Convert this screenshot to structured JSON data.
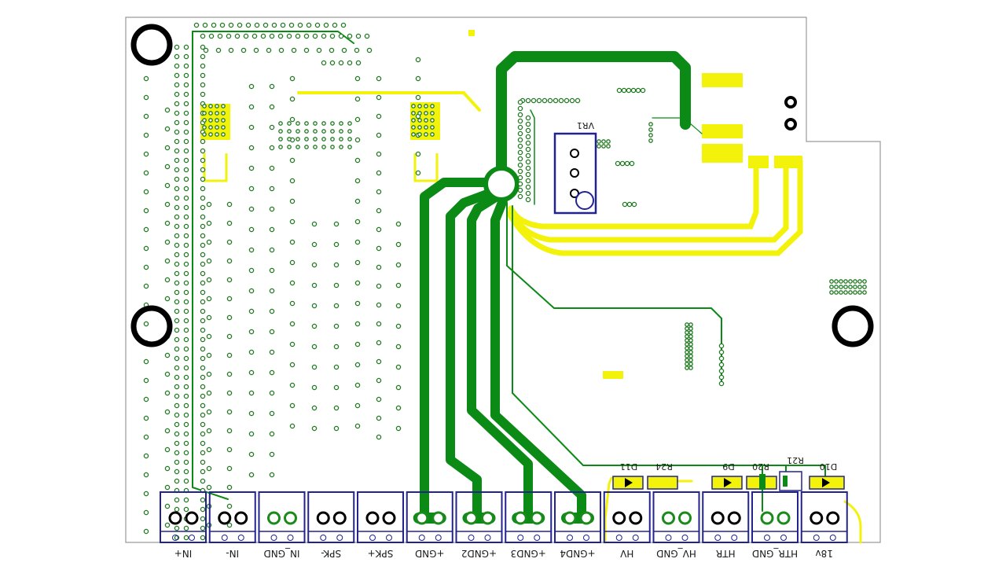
{
  "board": {
    "colors": {
      "copper_bottom": "#0b8a16",
      "copper_top": "#f2f20a",
      "silk": "#23238f",
      "via_ring": "#1f7a1f",
      "pad_ring": "#1a8a1a",
      "mount_hole": "#000000"
    }
  },
  "terminals": [
    {
      "label": "IN+"
    },
    {
      "label": "IN-"
    },
    {
      "label": "IN_GND"
    },
    {
      "label": "SPK-"
    },
    {
      "label": "SPK+"
    },
    {
      "label": "+GND"
    },
    {
      "label": "+GND2"
    },
    {
      "label": "+GND3"
    },
    {
      "label": "+GND4"
    },
    {
      "label": "HV"
    },
    {
      "label": "HV_GND"
    },
    {
      "label": "HTR"
    },
    {
      "label": "HTR_GND"
    },
    {
      "label": "18v"
    }
  ],
  "refdes": {
    "vr1": "VR1",
    "d11": "D11",
    "r24": "R24",
    "d9": "D9",
    "r20": "R20",
    "r21": "R21",
    "d10": "D10"
  }
}
